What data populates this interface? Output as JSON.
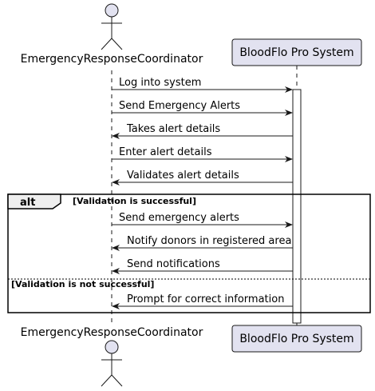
{
  "participants": {
    "coordinator": {
      "name": "EmergencyResponseCoordinator",
      "kind": "actor"
    },
    "system": {
      "name": "BloodFlo Pro System",
      "kind": "participant"
    }
  },
  "messages": [
    {
      "from": "coordinator",
      "to": "system",
      "text": "Log into system"
    },
    {
      "from": "coordinator",
      "to": "system",
      "text": "Send Emergency Alerts"
    },
    {
      "from": "system",
      "to": "coordinator",
      "text": "Takes alert details"
    },
    {
      "from": "coordinator",
      "to": "system",
      "text": "Enter alert details"
    },
    {
      "from": "system",
      "to": "coordinator",
      "text": "Validates alert details"
    },
    {
      "from": "coordinator",
      "to": "system",
      "text": "Send emergency alerts"
    },
    {
      "from": "system",
      "to": "coordinator",
      "text": "Notify donors in registered area"
    },
    {
      "from": "system",
      "to": "coordinator",
      "text": "Send notifications"
    },
    {
      "from": "system",
      "to": "coordinator",
      "text": "Prompt for correct information"
    }
  ],
  "fragment": {
    "operator": "alt",
    "guard1": "[Validation is successful]",
    "guard2": "[Validation is not successful]"
  },
  "colors": {
    "participant_fill": "#E2E2F0",
    "participant_border": "#181818",
    "line": "#181818"
  }
}
